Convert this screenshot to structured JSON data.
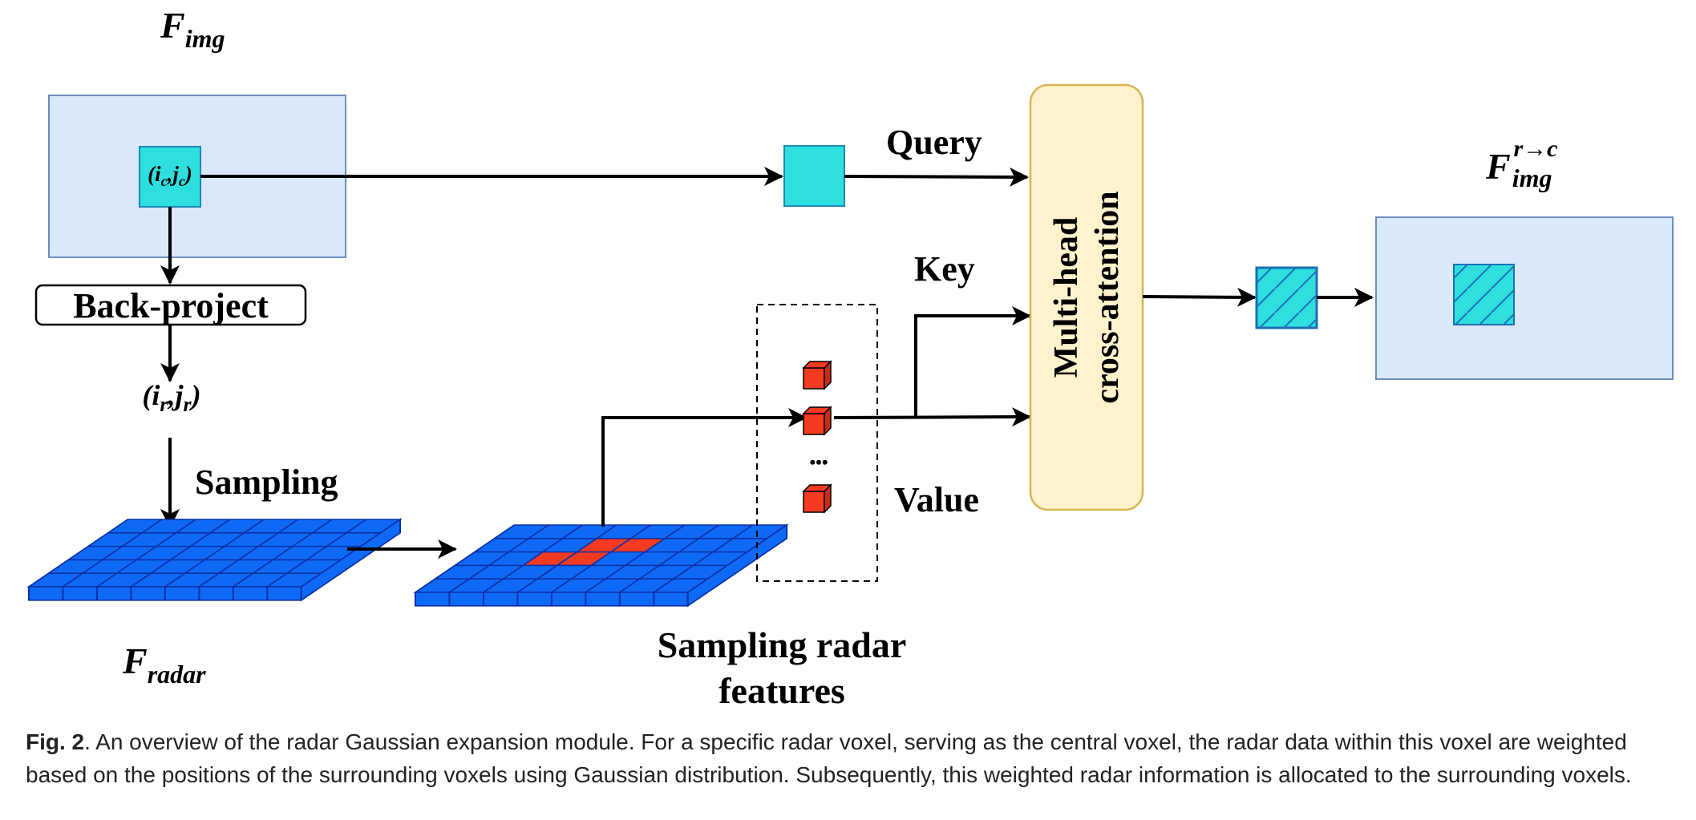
{
  "labels": {
    "f_img": {
      "base": "F",
      "sub": "img"
    },
    "f_img_out": {
      "base": "F",
      "sub": "img",
      "sup": "r→c"
    },
    "f_radar": {
      "base": "F",
      "sub": "radar"
    },
    "center_coord": {
      "open": "(i",
      "i_sub": "c",
      "mid": ",j",
      "j_sub": "c",
      "close": ")"
    },
    "radar_coord": {
      "open": "(i",
      "i_sub": "r",
      "mid": ",j",
      "j_sub": "r",
      "close": ")"
    },
    "back_project": "Back-project",
    "sampling": "Sampling",
    "query": "Query",
    "key": "Key",
    "value": "Value",
    "ellipsis": "•••",
    "attention_line1": "Multi-head",
    "attention_line2": "cross-attention",
    "sampled_line1": "Sampling radar",
    "sampled_line2": "features"
  },
  "caption": {
    "label": "Fig. 2",
    "text": ". An overview of the radar Gaussian expansion module. For a specific radar voxel, serving as the central voxel, the radar data within this voxel are weighted based on the positions of the surrounding voxels using Gaussian distribution. Subsequently, this weighted radar information is allocated to the surrounding voxels."
  },
  "colors": {
    "feature_map_fill": "#dae8fc",
    "feature_map_stroke": "#6c8ebf",
    "token_fill": "#2fdfdf",
    "token_stroke": "#1b8ab5",
    "grid_fill": "#0e6af5",
    "grid_line": "#0a2fa8",
    "sampled_cell": "#f53a22",
    "attention_fill": "#fff2cc",
    "attention_stroke": "#d6b656",
    "arrow": "#000000"
  }
}
